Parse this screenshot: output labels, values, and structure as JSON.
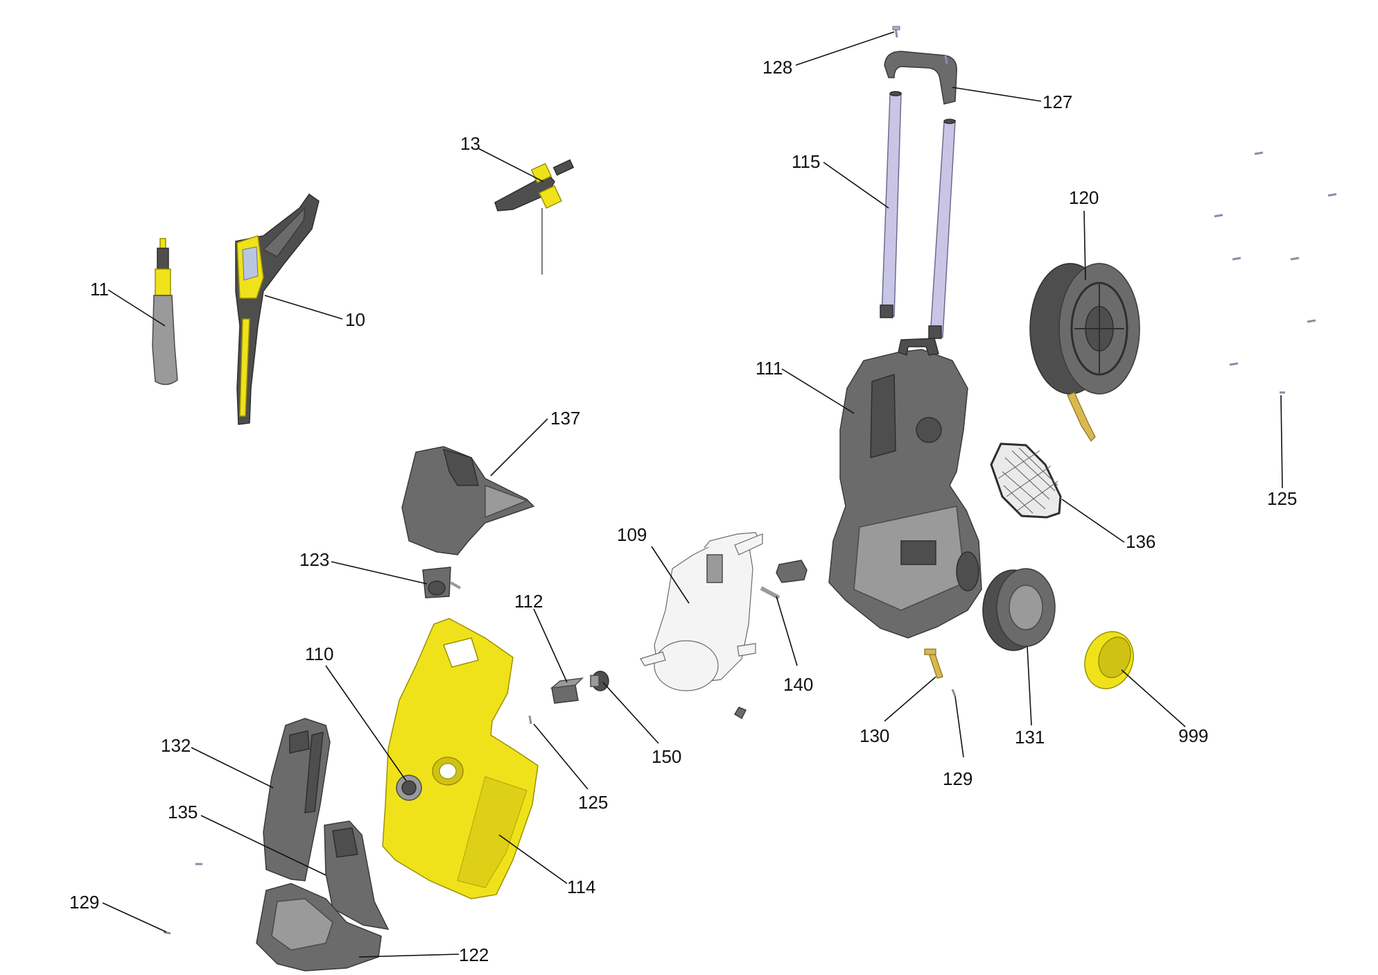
{
  "callouts": {
    "c10": "10",
    "c11": "11",
    "c13": "13",
    "c109": "109",
    "c110": "110",
    "c111": "111",
    "c112": "112",
    "c114": "114",
    "c115": "115",
    "c120": "120",
    "c122": "122",
    "c123": "123",
    "c125a": "125",
    "c125b": "125",
    "c127": "127",
    "c128": "128",
    "c129a": "129",
    "c129b": "129",
    "c130": "130",
    "c131": "131",
    "c132": "132",
    "c135": "135",
    "c136": "136",
    "c137": "137",
    "c140": "140",
    "c150": "150",
    "c999": "999"
  },
  "colors": {
    "housing_yellow": "#f0e21a",
    "housing_gray": "#6b6b6b",
    "handle_tube": "#c9c5e6"
  }
}
